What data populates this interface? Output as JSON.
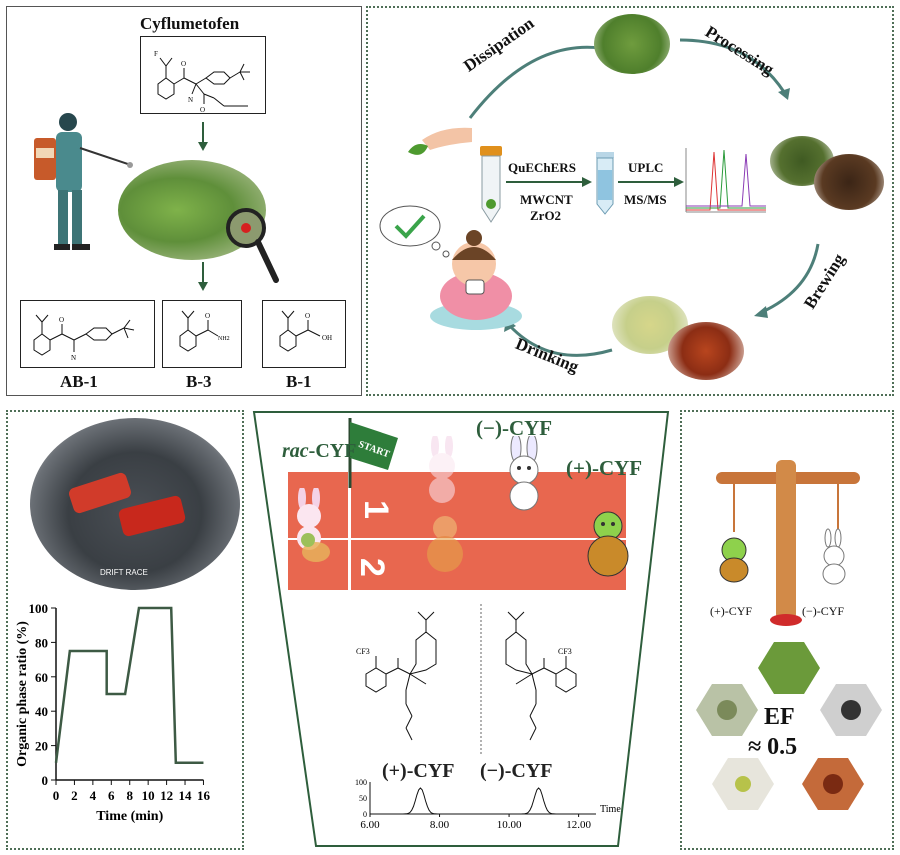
{
  "top_left": {
    "title": "Cyflumetofen",
    "metabolites": [
      "AB-1",
      "B-3",
      "B-1"
    ],
    "atoms": {
      "cf3": "F",
      "o": "O",
      "n": "N",
      "nh2": "NH2",
      "oh": "OH"
    }
  },
  "top_right": {
    "cycle": {
      "dissipation": "Dissipation",
      "processing": "Processing",
      "brewing": "Brewing",
      "drinking": "Drinking"
    },
    "method": {
      "extraction": "QuEChERS",
      "sorbent1": "MWCNT",
      "sorbent2": "ZrO2",
      "instrument1": "UPLC",
      "instrument2": "MS/MS"
    }
  },
  "bottom_left": {
    "badge": "DRIFT RACE",
    "chart_data": {
      "type": "line",
      "xlabel": "Time (min)",
      "ylabel": "Organic phase ratio (%)",
      "xlim": [
        0,
        16
      ],
      "ylim": [
        0,
        100
      ],
      "xticks": [
        "0",
        "2",
        "4",
        "6",
        "8",
        "10",
        "12",
        "14",
        "16"
      ],
      "yticks": [
        "0",
        "20",
        "40",
        "60",
        "80",
        "100"
      ],
      "x": [
        0,
        1.5,
        5.5,
        5.5,
        7.5,
        9,
        12.5,
        13,
        16
      ],
      "y": [
        10,
        75,
        75,
        50,
        50,
        100,
        100,
        10,
        10
      ]
    }
  },
  "bottom_middle": {
    "rac_prefix": "rac",
    "rac_suffix": "-CYF",
    "minus": "(−)-CYF",
    "plus": "(+)-CYF",
    "start": "START",
    "lane1": "1",
    "lane2": "2",
    "chrom": {
      "plus_label": "(+)-CYF",
      "minus_label": "(−)-CYF",
      "xlabel": "Time",
      "yticks": [
        "0",
        "50",
        "100"
      ],
      "xticks": [
        "6.00",
        "8.00",
        "10.00",
        "12.00"
      ],
      "cf3": "CF3"
    }
  },
  "bottom_right": {
    "left_pan": "(+)-CYF",
    "right_pan": "(−)-CYF",
    "ef_line1": "EF",
    "ef_line2": "≈ 0.5"
  }
}
